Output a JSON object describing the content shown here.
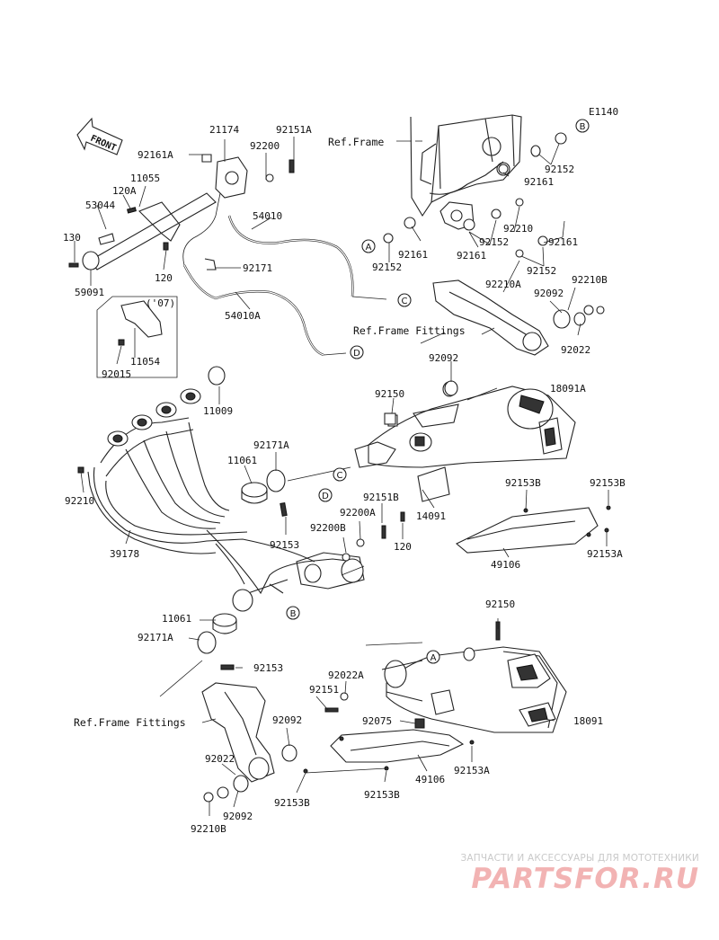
{
  "diagram_code": "E1140",
  "front_label": "FRONT",
  "refs": {
    "ref_frame": "Ref.Frame",
    "ref_frame_fittings_top": "Ref.Frame Fittings",
    "ref_frame_fittings_bottom": "Ref.Frame Fittings"
  },
  "year_note": "('07)",
  "callouts": {
    "a": "A",
    "b": "B",
    "c": "C",
    "d": "D"
  },
  "parts": {
    "p21174": "21174",
    "p92151A": "92151A",
    "p92161A": "92161A",
    "p92200": "92200",
    "p11055": "11055",
    "p120A": "120A",
    "p53044": "53044",
    "p130": "130",
    "p120_top": "120",
    "p59091": "59091",
    "p54010": "54010",
    "p92171": "92171",
    "p54010A": "54010A",
    "p11054": "11054",
    "p92015": "92015",
    "p11009": "11009",
    "p92152_r1": "92152",
    "p92161_r1": "92161",
    "p92161_r2": "92161",
    "p92152_l1": "92152",
    "p92161_l1": "92161",
    "p92152_r2": "92152",
    "p92161_r3": "92161",
    "p92152_r3": "92152",
    "p92210": "92210",
    "p92210A": "92210A",
    "p92210B_top": "92210B",
    "p92092_top1": "92092",
    "p92022_top": "92022",
    "p92092_top2": "92092",
    "p92150_top": "92150",
    "p18091A": "18091A",
    "p11061_top": "11061",
    "p92171A_top": "92171A",
    "p92151B": "92151B",
    "p92200A": "92200A",
    "p92200B": "92200B",
    "p14091": "14091",
    "p120_mid": "120",
    "p92153_mid": "92153",
    "p92153B_mid1": "92153B",
    "p92153B_mid2": "92153B",
    "p92153A_mid": "92153A",
    "p49106_mid": "49106",
    "p92210_left": "92210",
    "p39178": "39178",
    "p11061_bot": "11061",
    "p92171A_bot": "92171A",
    "p92153_bot": "92153",
    "p92150_bot": "92150",
    "p92022A": "92022A",
    "p92151": "92151",
    "p92092_bot1": "92092",
    "p92075": "92075",
    "p18091": "18091",
    "p92153A_bot": "92153A",
    "p49106_bot": "49106",
    "p92153B_bot1": "92153B",
    "p92153B_bot2": "92153B",
    "p92022_bot": "92022",
    "p92092_bot2": "92092",
    "p92210B_bot": "92210B"
  },
  "watermark": {
    "subtitle": "ЗАПЧАСТИ И АКСЕССУАРЫ ДЛЯ МОТОТЕХНИКИ",
    "logo": "PARTSFOR.RU"
  },
  "colors": {
    "line": "#222222",
    "background": "#ffffff",
    "watermark_logo": "#f2b3b3",
    "watermark_text": "#c9c9c9"
  }
}
